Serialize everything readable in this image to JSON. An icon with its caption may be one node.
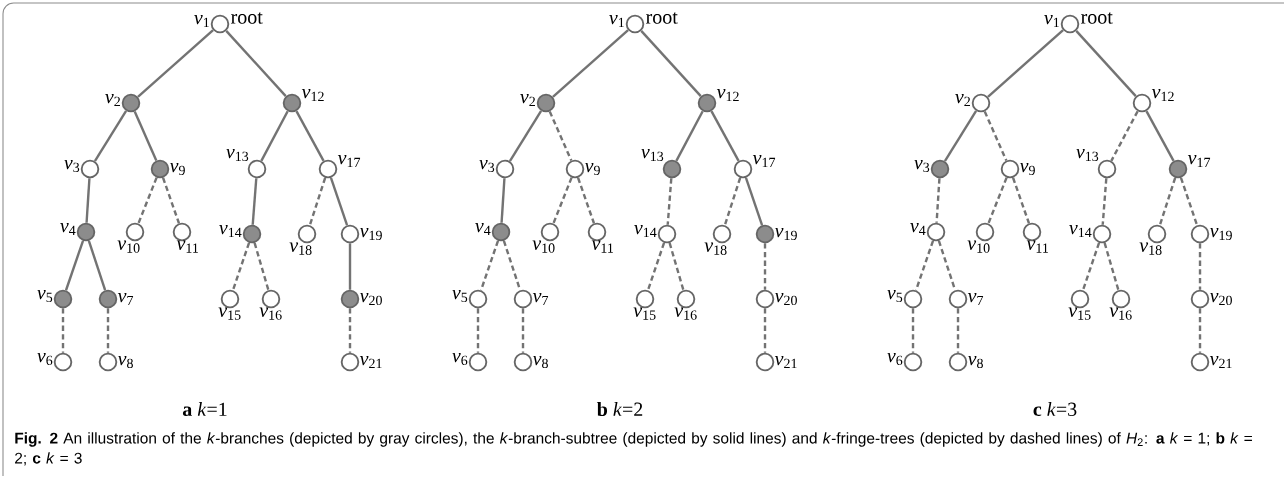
{
  "diagram": {
    "caption": "**Fig. 2** An illustration of the *k*-branches (depicted by gray circles), the *k*-branch-subtree (depicted by solid lines) and *k*-fringe-trees (depicted by dashed lines) of *H*$_{2}$: **a** *k* = 1; **b** *k* = 2; **c** *k* = 3",
    "nodes": [
      {
        "text": [],
        "shape": "circle",
        "beside": [
          "*v*$_{1}$",
          "root"
        ]
      },
      {
        "text": [],
        "shape": "circle",
        "beside": [
          "*v*$_{2}$"
        ]
      },
      {
        "text": [],
        "shape": "circle",
        "beside": [
          "*v*$_{3}$"
        ]
      },
      {
        "text": [],
        "shape": "circle",
        "beside": [
          "*v*$_{4}$"
        ]
      },
      {
        "text": [],
        "shape": "circle",
        "beside": [
          "*v*$_{5}$"
        ]
      },
      {
        "text": [],
        "shape": "circle",
        "beside": [
          "*v*$_{6}$"
        ]
      },
      {
        "text": [],
        "shape": "circle",
        "beside": [
          "*v*$_{7}$"
        ]
      },
      {
        "text": [],
        "shape": "circle",
        "beside": [
          "*v*$_{8}$"
        ]
      },
      {
        "text": [],
        "shape": "circle",
        "beside": [
          "*v*$_{9}$"
        ]
      },
      {
        "text": [],
        "shape": "circle",
        "beside": [
          "*v*$_{10}$"
        ]
      },
      {
        "text": [],
        "shape": "circle",
        "beside": [
          "*v*$_{11}$"
        ]
      },
      {
        "text": [],
        "shape": "circle",
        "beside": [
          "*v*$_{12}$"
        ]
      },
      {
        "text": [],
        "shape": "circle",
        "beside": [
          "*v*$_{13}$"
        ]
      },
      {
        "text": [],
        "shape": "circle",
        "beside": [
          "*v*$_{14}$"
        ]
      },
      {
        "text": [],
        "shape": "circle",
        "beside": [
          "*v*$_{15}$"
        ]
      },
      {
        "text": [],
        "shape": "circle",
        "beside": [
          "*v*$_{16}$"
        ]
      },
      {
        "text": [],
        "shape": "circle",
        "beside": [
          "*v*$_{17}$"
        ]
      },
      {
        "text": [],
        "shape": "circle",
        "beside": [
          "*v*$_{18}$"
        ]
      },
      {
        "text": [],
        "shape": "circle",
        "beside": [
          "*v*$_{19}$"
        ]
      },
      {
        "text": [],
        "shape": "circle",
        "beside": [
          "*v*$_{20}$"
        ]
      },
      {
        "text": [],
        "shape": "circle",
        "beside": [
          "*v*$_{21}$"
        ]
      },
      {
        "text": [],
        "shape": "circle",
        "beside": [
          "*v*$_{1}$",
          "root"
        ]
      },
      {
        "text": [],
        "shape": "circle",
        "beside": [
          "*v*$_{2}$"
        ]
      },
      {
        "text": [],
        "shape": "circle",
        "beside": [
          "*v*$_{3}$"
        ]
      },
      {
        "text": [],
        "shape": "circle",
        "beside": [
          "*v*$_{4}$"
        ]
      },
      {
        "text": [],
        "shape": "circle",
        "beside": [
          "*v*$_{5}$"
        ]
      },
      {
        "text": [],
        "shape": "circle",
        "beside": [
          "*v*$_{6}$"
        ]
      },
      {
        "text": [],
        "shape": "circle",
        "beside": [
          "*v*$_{7}$"
        ]
      },
      {
        "text": [],
        "shape": "circle",
        "beside": [
          "*v*$_{8}$"
        ]
      },
      {
        "text": [],
        "shape": "circle",
        "beside": [
          "*v*$_{9}$"
        ]
      },
      {
        "text": [],
        "shape": "circle",
        "beside": [
          "*v*$_{10}$"
        ]
      },
      {
        "text": [],
        "shape": "circle",
        "beside": [
          "*v*$_{11}$"
        ]
      },
      {
        "text": [],
        "shape": "circle",
        "beside": [
          "*v*$_{12}$"
        ]
      },
      {
        "text": [],
        "shape": "circle",
        "beside": [
          "*v*$_{13}$"
        ]
      },
      {
        "text": [],
        "shape": "circle",
        "beside": [
          "*v*$_{14}$"
        ]
      },
      {
        "text": [],
        "shape": "circle",
        "beside": [
          "*v*$_{15}$"
        ]
      },
      {
        "text": [],
        "shape": "circle",
        "beside": [
          "*v*$_{16}$"
        ]
      },
      {
        "text": [],
        "shape": "circle",
        "beside": [
          "*v*$_{17}$"
        ]
      },
      {
        "text": [],
        "shape": "circle",
        "beside": [
          "*v*$_{18}$"
        ]
      },
      {
        "text": [],
        "shape": "circle",
        "beside": [
          "*v*$_{19}$"
        ]
      },
      {
        "text": [],
        "shape": "circle",
        "beside": [
          "*v*$_{20}$"
        ]
      },
      {
        "text": [],
        "shape": "circle",
        "beside": [
          "*v*$_{21}$"
        ]
      },
      {
        "text": [],
        "shape": "circle",
        "beside": [
          "*v*$_{1}$",
          "root"
        ]
      },
      {
        "text": [],
        "shape": "circle",
        "beside": [
          "*v*$_{2}$"
        ]
      },
      {
        "text": [],
        "shape": "circle",
        "beside": [
          "*v*$_{3}$"
        ]
      },
      {
        "text": [],
        "shape": "circle",
        "beside": [
          "*v*$_{4}$"
        ]
      },
      {
        "text": [],
        "shape": "circle",
        "beside": [
          "*v*$_{5}$"
        ]
      },
      {
        "text": [],
        "shape": "circle",
        "beside": [
          "*v*$_{6}$"
        ]
      },
      {
        "text": [],
        "shape": "circle",
        "beside": [
          "*v*$_{7}$"
        ]
      },
      {
        "text": [],
        "shape": "circle",
        "beside": [
          "*v*$_{8}$"
        ]
      },
      {
        "text": [],
        "shape": "circle",
        "beside": [
          "*v*$_{9}$"
        ]
      },
      {
        "text": [],
        "shape": "circle",
        "beside": [
          "*v*$_{10}$"
        ]
      },
      {
        "text": [],
        "shape": "circle",
        "beside": [
          "*v*$_{11}$"
        ]
      },
      {
        "text": [],
        "shape": "circle",
        "beside": [
          "*v*$_{12}$"
        ]
      },
      {
        "text": [],
        "shape": "circle",
        "beside": [
          "*v*$_{13}$"
        ]
      },
      {
        "text": [],
        "shape": "circle",
        "beside": [
          "*v*$_{14}$"
        ]
      },
      {
        "text": [],
        "shape": "circle",
        "beside": [
          "*v*$_{15}$"
        ]
      },
      {
        "text": [],
        "shape": "circle",
        "beside": [
          "*v*$_{16}$"
        ]
      },
      {
        "text": [],
        "shape": "circle",
        "beside": [
          "*v*$_{17}$"
        ]
      },
      {
        "text": [],
        "shape": "circle",
        "beside": [
          "*v*$_{18}$"
        ]
      },
      {
        "text": [],
        "shape": "circle",
        "beside": [
          "*v*$_{19}$"
        ]
      },
      {
        "text": [],
        "shape": "circle",
        "beside": [
          "*v*$_{20}$"
        ]
      },
      {
        "text": [],
        "shape": "circle",
        "beside": [
          "*v*$_{21}$"
        ]
      }
    ],
    "edges": [
      {
        "from": 0,
        "to": 1,
        "arrow": "none"
      },
      {
        "from": 0,
        "to": 11,
        "arrow": "none"
      },
      {
        "from": 1,
        "to": 2,
        "arrow": "none"
      },
      {
        "from": 1,
        "to": 8,
        "arrow": "none"
      },
      {
        "from": 2,
        "to": 3,
        "arrow": "none"
      },
      {
        "from": 3,
        "to": 4,
        "arrow": "none"
      },
      {
        "from": 3,
        "to": 6,
        "arrow": "none"
      },
      {
        "from": 4,
        "to": 5,
        "arrow": "none",
        "style": "dashed"
      },
      {
        "from": 6,
        "to": 7,
        "arrow": "none",
        "style": "dashed"
      },
      {
        "from": 8,
        "to": 9,
        "arrow": "none",
        "style": "dashed"
      },
      {
        "from": 8,
        "to": 10,
        "arrow": "none",
        "style": "dashed"
      },
      {
        "from": 11,
        "to": 12,
        "arrow": "none"
      },
      {
        "from": 11,
        "to": 16,
        "arrow": "none"
      },
      {
        "from": 12,
        "to": 13,
        "arrow": "none"
      },
      {
        "from": 13,
        "to": 14,
        "arrow": "none",
        "style": "dashed"
      },
      {
        "from": 13,
        "to": 15,
        "arrow": "none",
        "style": "dashed"
      },
      {
        "from": 16,
        "to": 17,
        "arrow": "none",
        "style": "dashed"
      },
      {
        "from": 16,
        "to": 18,
        "arrow": "none"
      },
      {
        "from": 18,
        "to": 19,
        "arrow": "none"
      },
      {
        "from": 19,
        "to": 20,
        "arrow": "none",
        "style": "dashed"
      },
      {
        "from": 21,
        "to": 22,
        "arrow": "none"
      },
      {
        "from": 21,
        "to": 32,
        "arrow": "none"
      },
      {
        "from": 22,
        "to": 23,
        "arrow": "none"
      },
      {
        "from": 22,
        "to": 29,
        "arrow": "none",
        "style": "dashed"
      },
      {
        "from": 23,
        "to": 24,
        "arrow": "none"
      },
      {
        "from": 24,
        "to": 25,
        "arrow": "none",
        "style": "dashed"
      },
      {
        "from": 24,
        "to": 27,
        "arrow": "none",
        "style": "dashed"
      },
      {
        "from": 25,
        "to": 26,
        "arrow": "none",
        "style": "dashed"
      },
      {
        "from": 27,
        "to": 28,
        "arrow": "none",
        "style": "dashed"
      },
      {
        "from": 29,
        "to": 30,
        "arrow": "none",
        "style": "dashed"
      },
      {
        "from": 29,
        "to": 31,
        "arrow": "none",
        "style": "dashed"
      },
      {
        "from": 32,
        "to": 33,
        "arrow": "none"
      },
      {
        "from": 32,
        "to": 37,
        "arrow": "none"
      },
      {
        "from": 33,
        "to": 34,
        "arrow": "none",
        "style": "dashed"
      },
      {
        "from": 34,
        "to": 35,
        "arrow": "none",
        "style": "dashed"
      },
      {
        "from": 34,
        "to": 36,
        "arrow": "none",
        "style": "dashed"
      },
      {
        "from": 37,
        "to": 38,
        "arrow": "none",
        "style": "dashed"
      },
      {
        "from": 37,
        "to": 39,
        "arrow": "none"
      },
      {
        "from": 39,
        "to": 40,
        "arrow": "none",
        "style": "dashed"
      },
      {
        "from": 40,
        "to": 41,
        "arrow": "none",
        "style": "dashed"
      },
      {
        "from": 42,
        "to": 43,
        "arrow": "none"
      },
      {
        "from": 42,
        "to": 53,
        "arrow": "none"
      },
      {
        "from": 43,
        "to": 44,
        "arrow": "none"
      },
      {
        "from": 43,
        "to": 50,
        "arrow": "none",
        "style": "dashed"
      },
      {
        "from": 44,
        "to": 45,
        "arrow": "none",
        "style": "dashed"
      },
      {
        "from": 45,
        "to": 46,
        "arrow": "none",
        "style": "dashed"
      },
      {
        "from": 45,
        "to": 48,
        "arrow": "none",
        "style": "dashed"
      },
      {
        "from": 46,
        "to": 47,
        "arrow": "none",
        "style": "dashed"
      },
      {
        "from": 48,
        "to": 49,
        "arrow": "none",
        "style": "dashed"
      },
      {
        "from": 50,
        "to": 51,
        "arrow": "none",
        "style": "dashed"
      },
      {
        "from": 50,
        "to": 52,
        "arrow": "none",
        "style": "dashed"
      },
      {
        "from": 53,
        "to": 54,
        "arrow": "none",
        "style": "dashed"
      },
      {
        "from": 53,
        "to": 58,
        "arrow": "none"
      },
      {
        "from": 54,
        "to": 55,
        "arrow": "none",
        "style": "dashed"
      },
      {
        "from": 55,
        "to": 56,
        "arrow": "none",
        "style": "dashed"
      },
      {
        "from": 55,
        "to": 57,
        "arrow": "none",
        "style": "dashed"
      },
      {
        "from": 58,
        "to": 59,
        "arrow": "none",
        "style": "dashed"
      },
      {
        "from": 58,
        "to": 60,
        "arrow": "none",
        "style": "dashed"
      },
      {
        "from": 60,
        "to": 61,
        "arrow": "none",
        "style": "dashed"
      },
      {
        "from": 61,
        "to": 62,
        "arrow": "none",
        "style": "dashed"
      }
    ],
    "labels": [
      "**a** *k*=1",
      "**b** *k*=2",
      "**c** *k*=3"
    ]
  }
}
